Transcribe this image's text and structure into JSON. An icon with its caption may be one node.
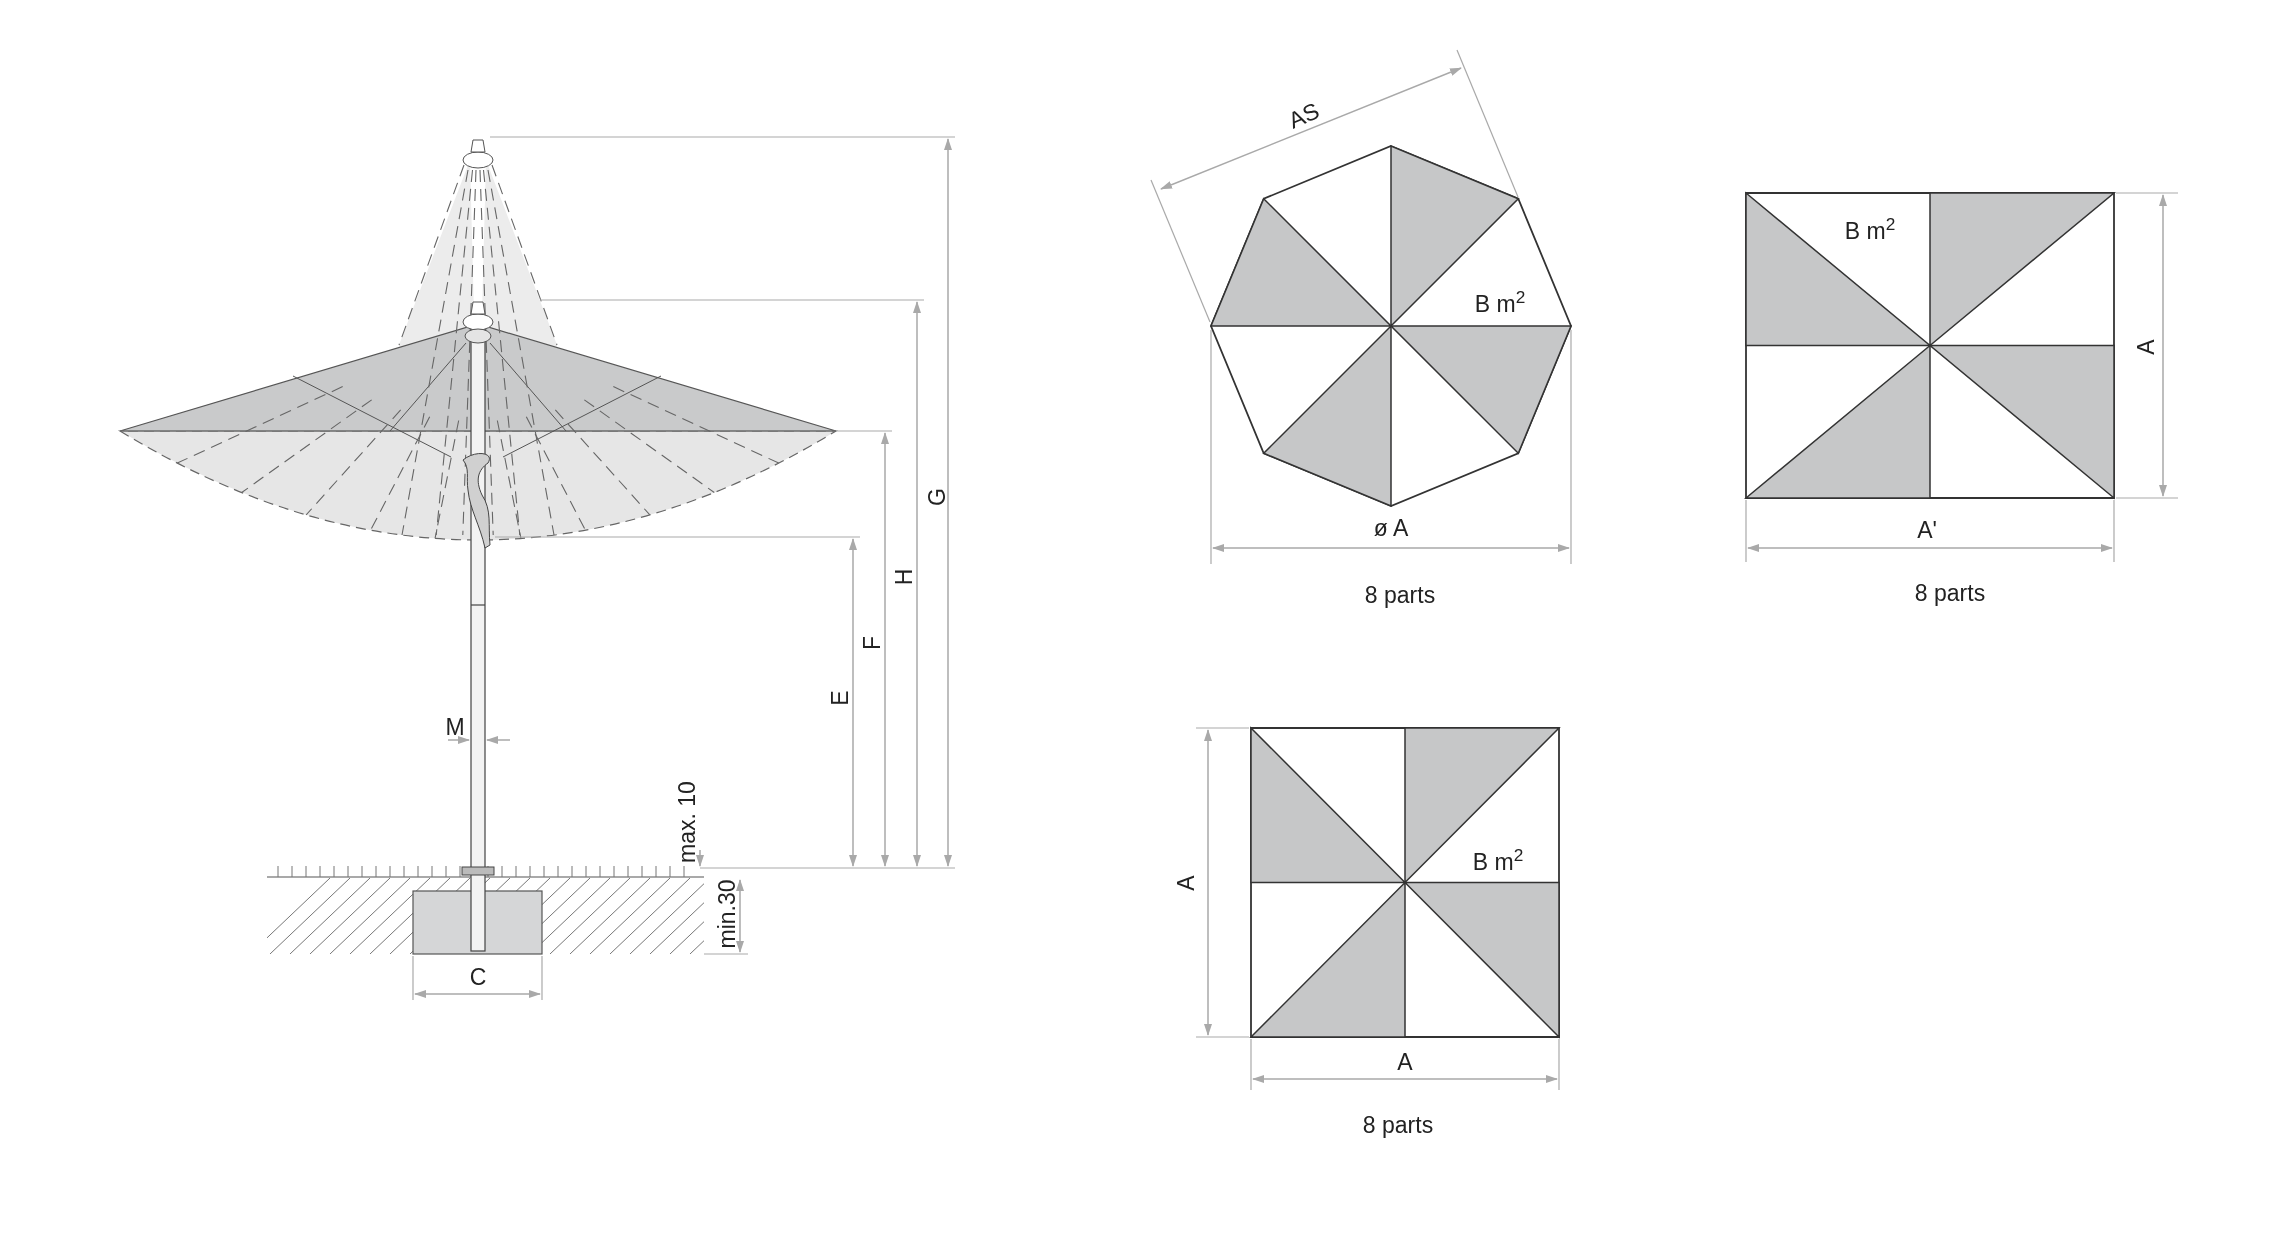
{
  "diagram": {
    "labels": [
      "G",
      "H",
      "F",
      "E",
      "M",
      "max. 10",
      "min.30",
      "C",
      "AS",
      "B m$^{2}$",
      "ø A",
      "8 parts",
      "B m$^{2}$",
      "A",
      "A'",
      "8 parts",
      "B m$^{2}$",
      "A",
      "A",
      "8 parts"
    ]
  }
}
